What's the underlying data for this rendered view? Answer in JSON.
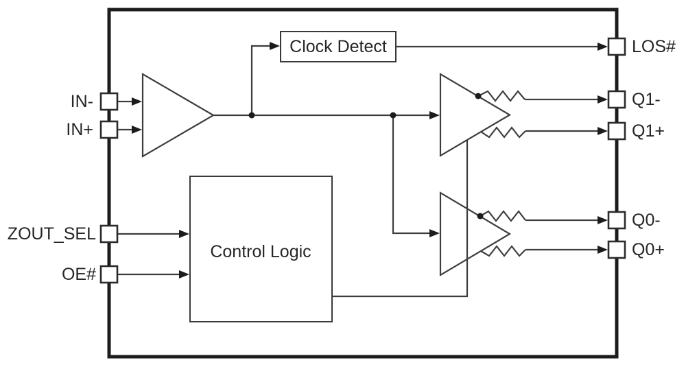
{
  "blocks": {
    "clock_detect": "Clock Detect",
    "control_logic": "Control Logic"
  },
  "pins": {
    "left": [
      {
        "label": "IN-"
      },
      {
        "label": "IN+"
      },
      {
        "label": "ZOUT_SEL"
      },
      {
        "label": "OE#"
      }
    ],
    "right": [
      {
        "label": "LOS#"
      },
      {
        "label": "Q1-"
      },
      {
        "label": "Q1+"
      },
      {
        "label": "Q0-"
      },
      {
        "label": "Q0+"
      }
    ]
  },
  "colors": {
    "background": "#ffffff",
    "chip_border": "#1c1c1c",
    "wire": "#3d3d3d",
    "text": "#262626",
    "pad_fill": "#ffffff"
  }
}
